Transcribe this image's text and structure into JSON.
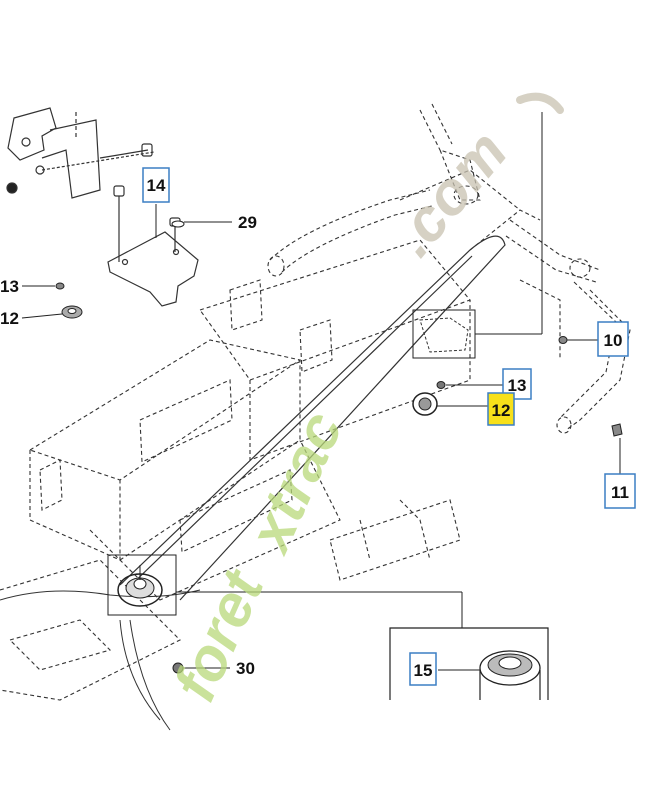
{
  "callouts": {
    "c14": "14",
    "c29": "29",
    "c13_left": "13",
    "c12_left": "12",
    "c10": "10",
    "c13_right": "13",
    "c12_right": "12",
    "c11": "11",
    "c30": "30",
    "c15": "15"
  },
  "watermark": {
    "word_a": "foret",
    "word_b": "xtrac",
    "word_c": ".com"
  },
  "colors": {
    "callout_box": "#3b7fc4",
    "highlight": "#f7e01a",
    "watermark_green": "#b8d87a",
    "watermark_orange": "#f2a64a",
    "watermark_gray": "#c8c2b0",
    "line": "#333333"
  }
}
